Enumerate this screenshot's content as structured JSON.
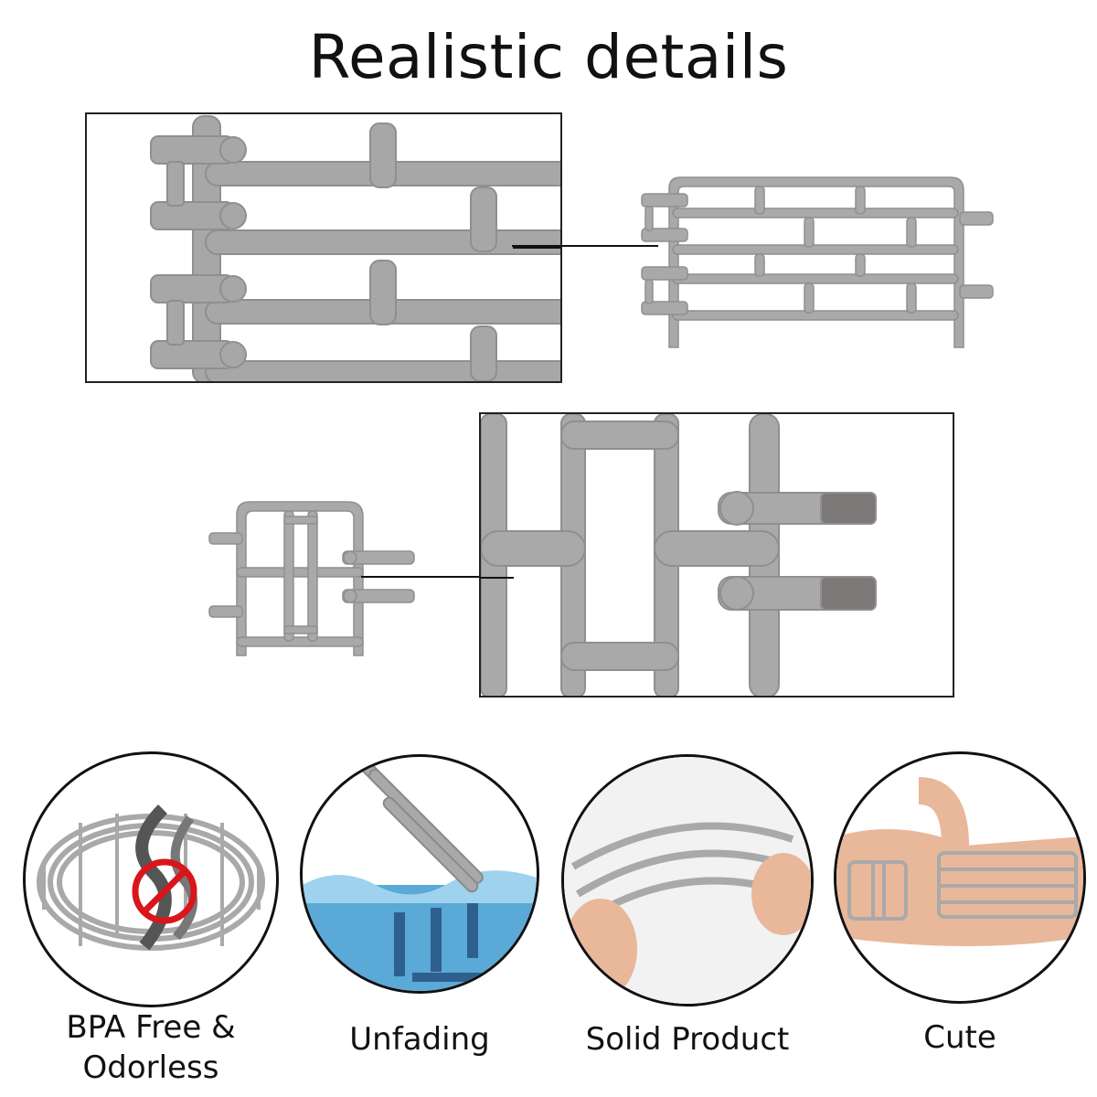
{
  "title": "Realistic details",
  "features": [
    {
      "label_lines": [
        "BPA Free &",
        "Odorless"
      ],
      "icon": "no-smell-icon"
    },
    {
      "label": "Unfading",
      "icon": "water-icon"
    },
    {
      "label": "Solid Product",
      "icon": "bend-icon"
    },
    {
      "label": "Cute",
      "icon": "hand-icon"
    }
  ],
  "colors": {
    "fence": "#a9a9a9",
    "fence_dark": "#8c8c8c",
    "water": "#5aa9d6",
    "skin": "#e9b79a",
    "forbidden": "#d8161b"
  }
}
